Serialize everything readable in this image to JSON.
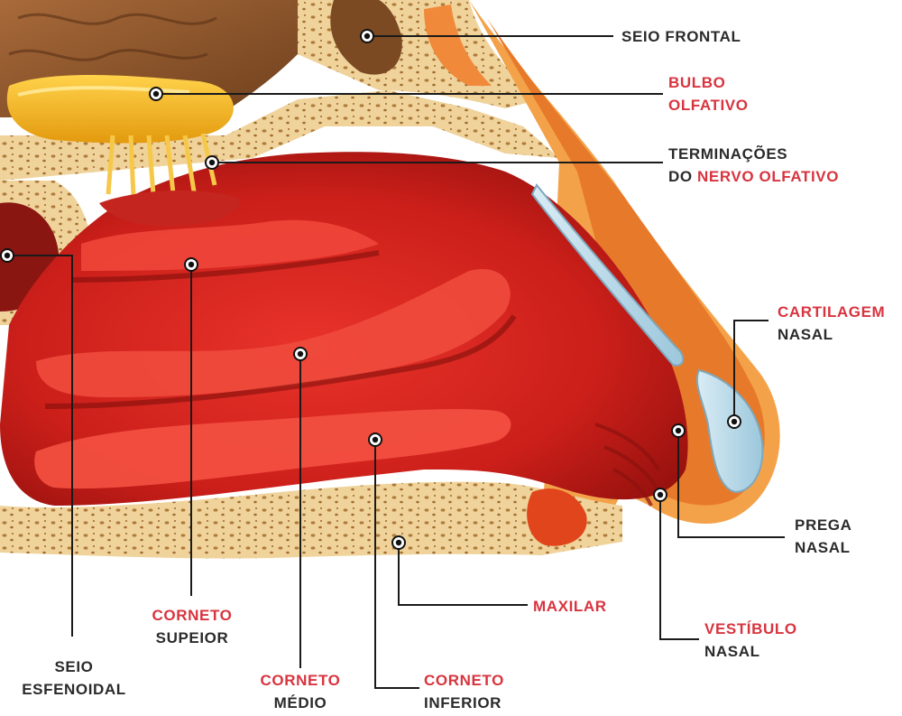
{
  "colors": {
    "red_label": "#d8343f",
    "dark_label": "#2b2b2b",
    "leader_line": "#1a1a1a"
  },
  "labels": {
    "seio_frontal": "SEIO FRONTAL",
    "bulbo_l1": "BULBO",
    "bulbo_l2": "OLFATIVO",
    "term_l1": "TERMINAÇÕES",
    "term_l2_a": "DO ",
    "term_l2_b": "NERVO OLFATIVO",
    "cart_l1": "CARTILAGEM",
    "cart_l2": "NASAL",
    "prega_l1": "PREGA",
    "prega_l2": "NASAL",
    "vest_l1": "VESTÍBULO",
    "vest_l2": "NASAL",
    "maxilar": "MAXILAR",
    "corneto_inf_l1": "CORNETO",
    "corneto_inf_l2": "INFERIOR",
    "corneto_med_l1": "CORNETO",
    "corneto_med_l2": "MÉDIO",
    "corneto_sup_l1": "CORNETO",
    "corneto_sup_l2": "SUPEIOR",
    "seio_esf_l1": "SEIO",
    "seio_esf_l2": "ESFENOIDAL"
  }
}
